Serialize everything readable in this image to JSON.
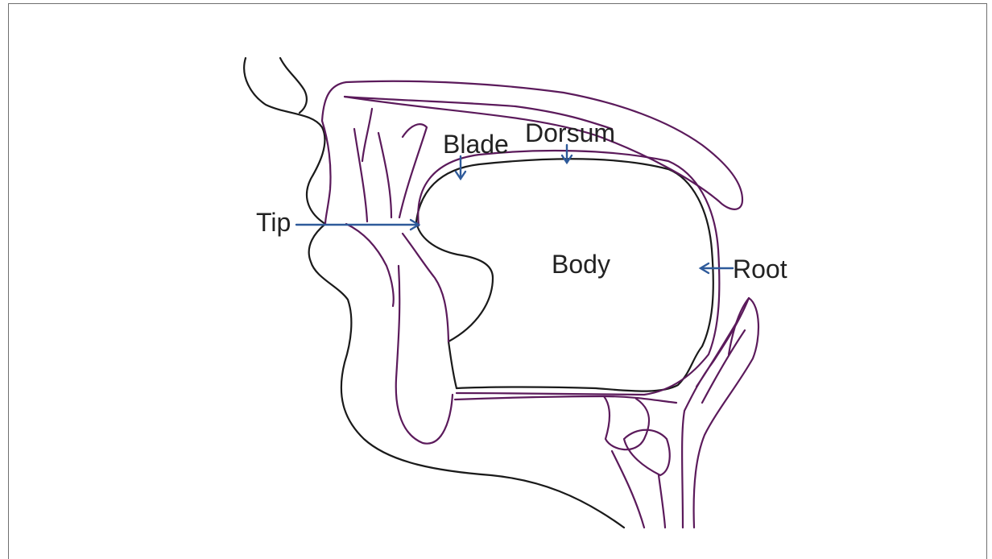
{
  "labels": {
    "blade": "Blade",
    "dorsum": "Dorsum",
    "tip": "Tip",
    "body": "Body",
    "root": "Root"
  },
  "colors": {
    "outline": "#1a1a1a",
    "tract": "#5b1a5b",
    "arrow": "#2e5a9a",
    "text": "#222222"
  }
}
